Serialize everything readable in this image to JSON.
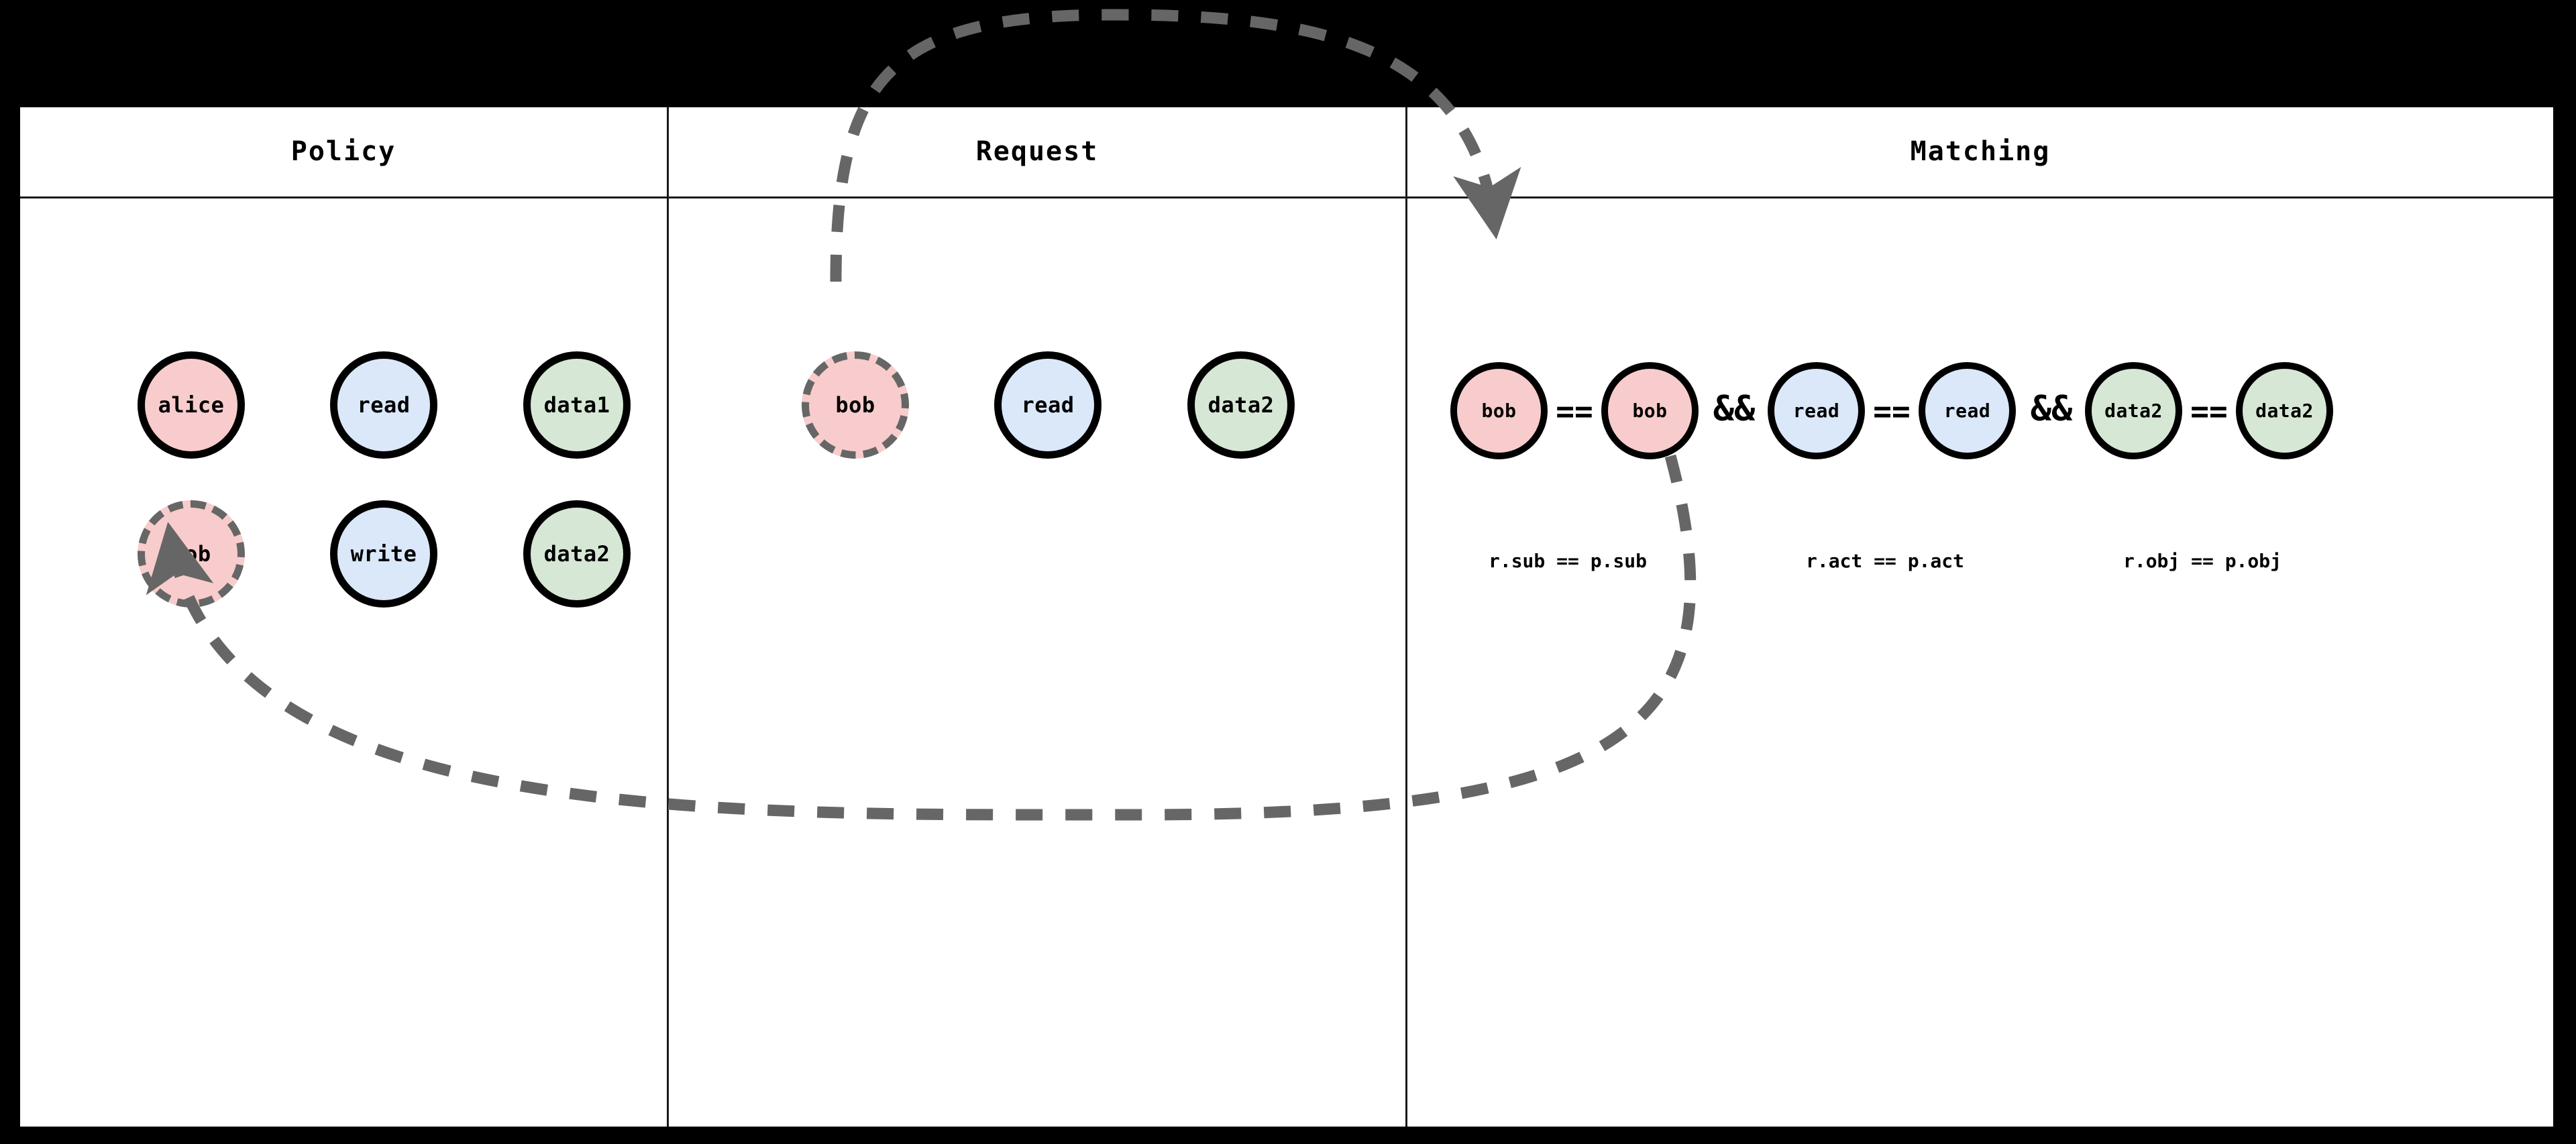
{
  "columns": [
    {
      "id": "policy",
      "title": "Policy"
    },
    {
      "id": "request",
      "title": "Request"
    },
    {
      "id": "matching",
      "title": "Matching"
    }
  ],
  "colors": {
    "subject": "#f8cccc",
    "action": "#dae8fa",
    "object": "#d6e8d5",
    "node_border": "#000000",
    "highlight_dash": "#666666",
    "panel_bg": "#ffffff",
    "page_bg": "#000000",
    "grid_line": "#1a1a1a"
  },
  "policy": {
    "rows": [
      {
        "sub": "alice",
        "act": "read",
        "obj": "data1"
      },
      {
        "sub": "bob",
        "act": "write",
        "obj": "data2"
      }
    ],
    "highlighted_node": "bob"
  },
  "request": {
    "sub": "bob",
    "act": "read",
    "obj": "data2",
    "highlighted_node": "bob"
  },
  "matching": {
    "groups": [
      {
        "left": "bob",
        "operator": "==",
        "right": "bob",
        "kind": "subject",
        "caption": "r.sub == p.sub"
      },
      {
        "left": "read",
        "operator": "==",
        "right": "read",
        "kind": "action",
        "caption": "r.act == p.act"
      },
      {
        "left": "data2",
        "operator": "==",
        "right": "data2",
        "kind": "object",
        "caption": "r.obj == p.obj"
      }
    ],
    "join_operator": "&&"
  },
  "connectors": [
    {
      "id": "request-sub-to-matching-left",
      "from": "request.bob",
      "to": "matching.group1.left",
      "style": "dashed",
      "arrowhead": "end"
    },
    {
      "id": "matching-right-to-policy-sub",
      "from": "matching.group1.right",
      "to": "policy.bob",
      "style": "dashed",
      "arrowhead": "end"
    }
  ]
}
